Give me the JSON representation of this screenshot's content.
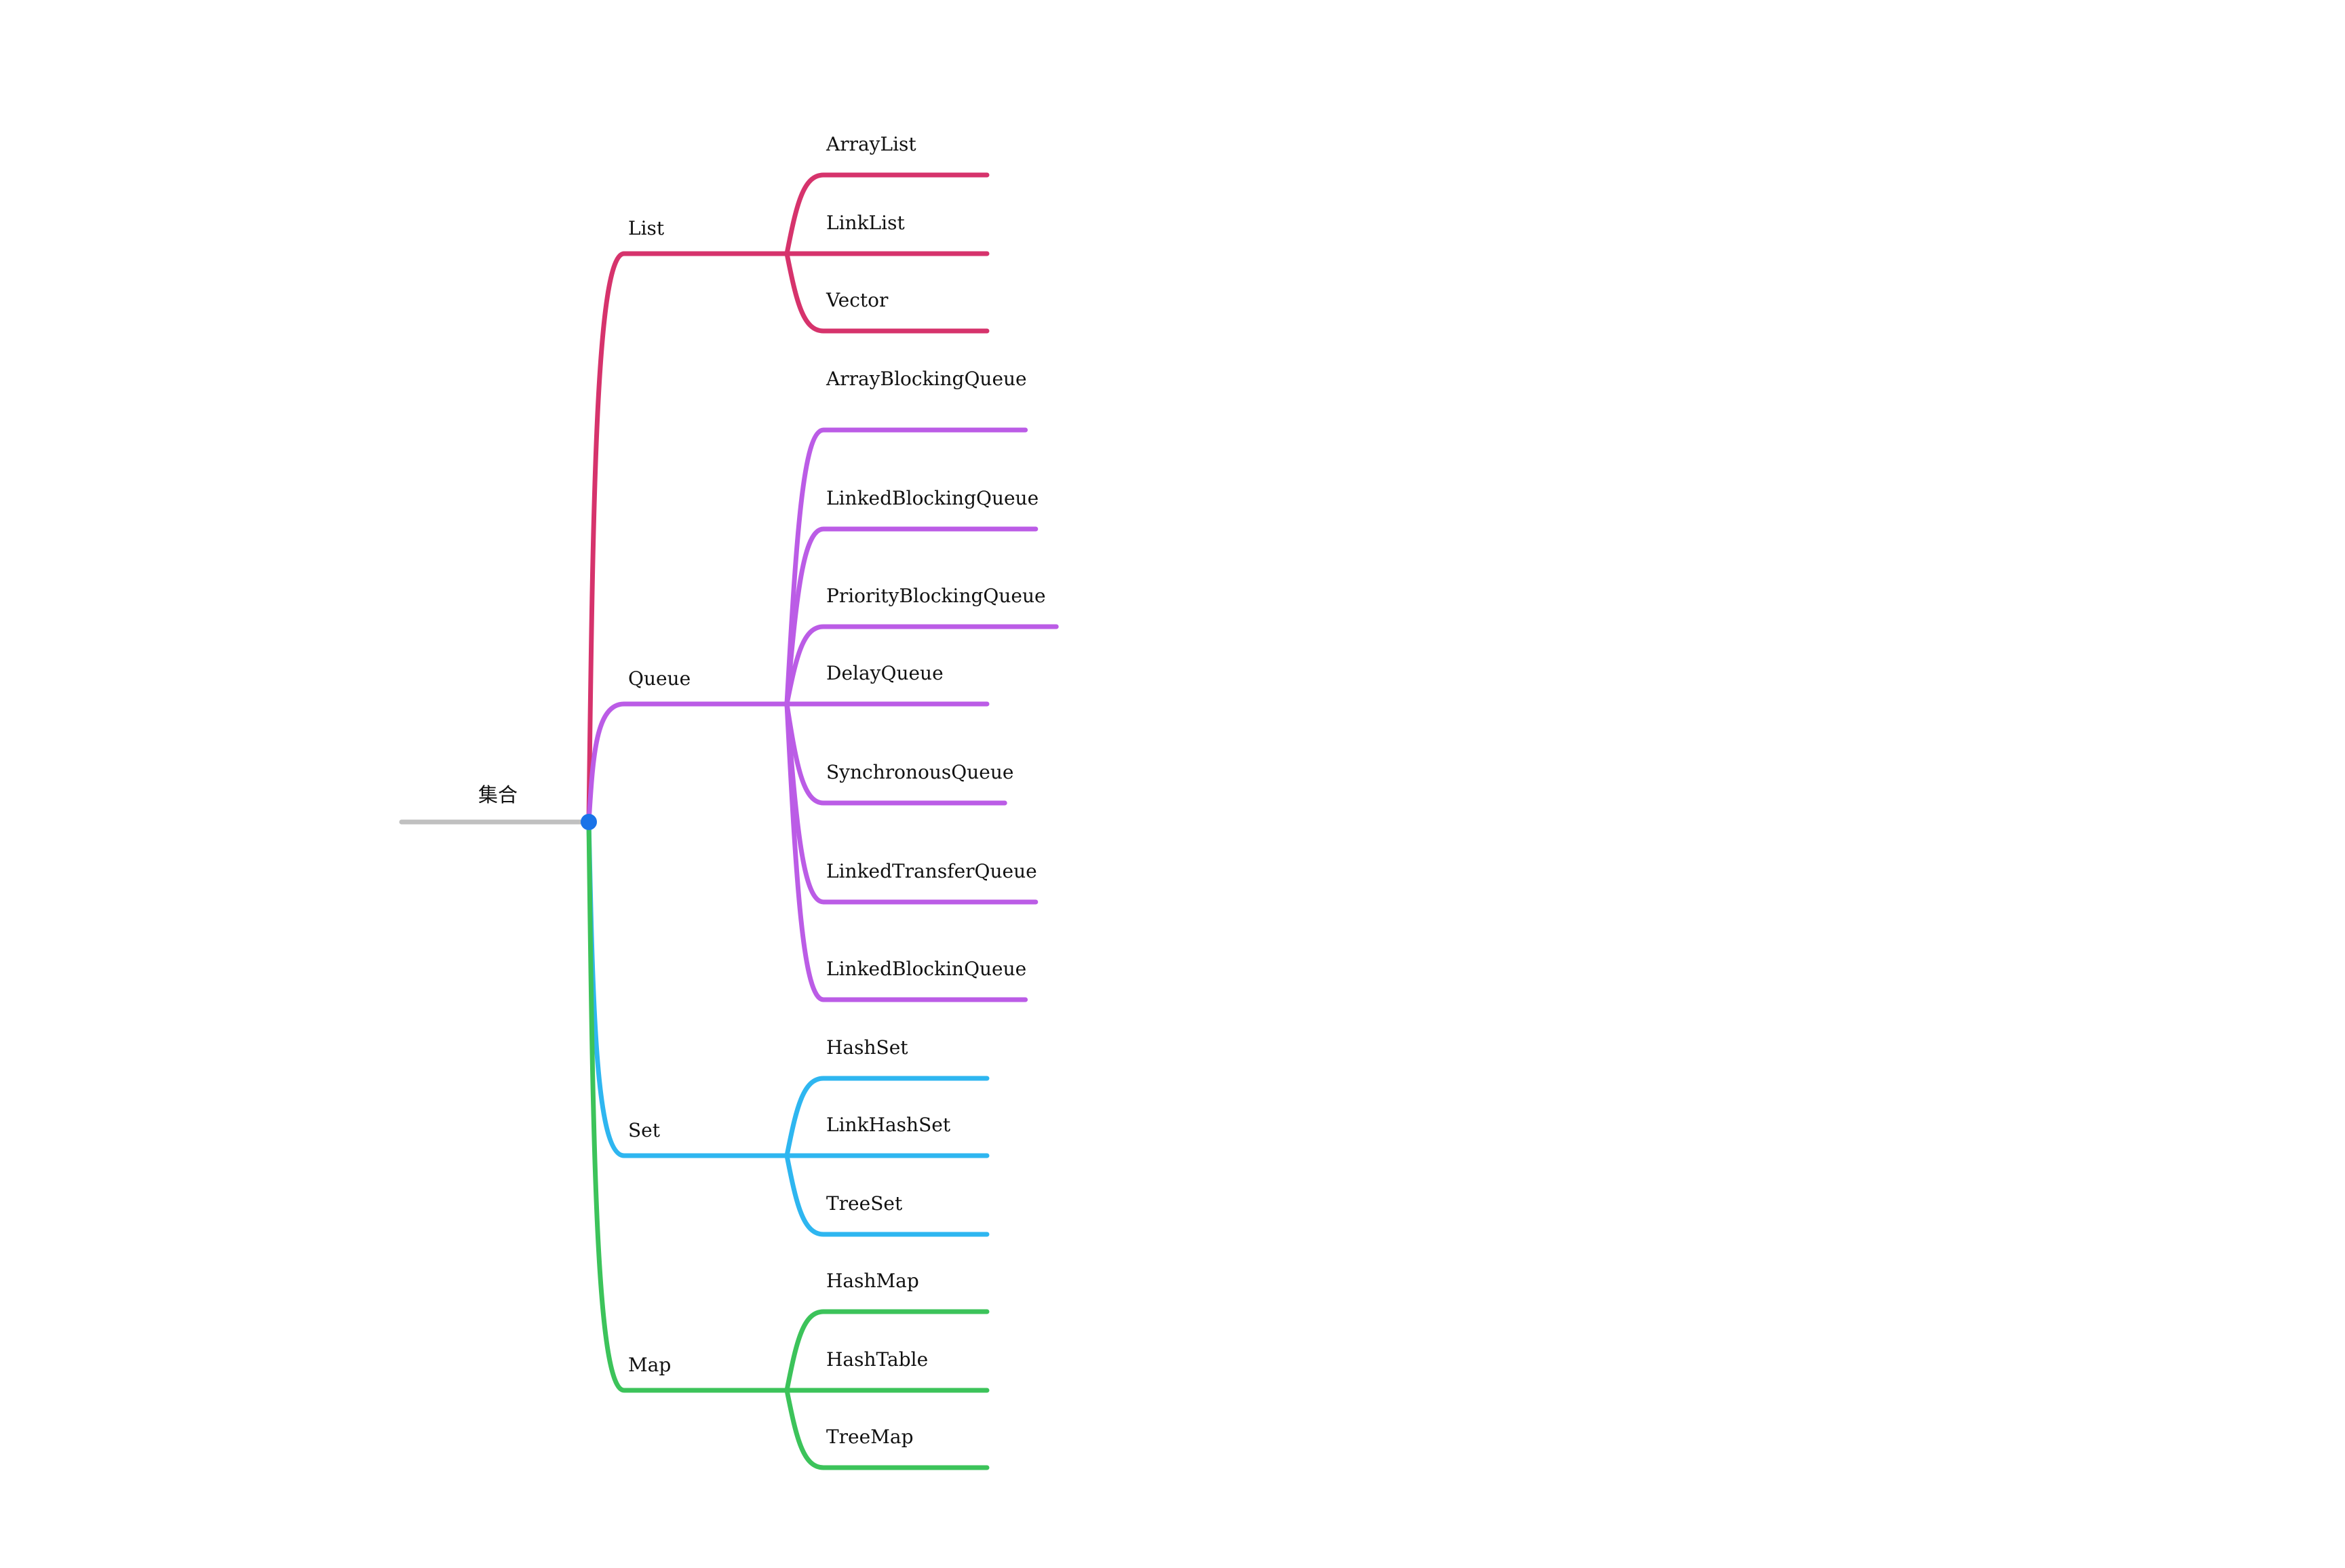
{
  "mindmap": {
    "root": {
      "label": "集合",
      "color": "#c0c0c0",
      "node_color": "#1a73e8"
    },
    "branches": [
      {
        "label": "List",
        "color": "#d6336c",
        "children": [
          "ArrayList",
          "LinkList",
          "Vector"
        ]
      },
      {
        "label": "Queue",
        "color": "#bb5ce6",
        "children": [
          "ArrayBlockingQueue",
          "LinkedBlockingQueue",
          "PriorityBlockingQueue",
          "DelayQueue",
          "SynchronousQueue",
          "LinkedTransferQueue",
          "LinkedBlockinQueue"
        ]
      },
      {
        "label": "Set",
        "color": "#2eb6f0",
        "children": [
          "HashSet",
          "LinkHashSet",
          "TreeSet"
        ]
      },
      {
        "label": "Map",
        "color": "#3cc35a",
        "children": [
          "HashMap",
          "HashTable",
          "TreeMap"
        ]
      }
    ]
  }
}
